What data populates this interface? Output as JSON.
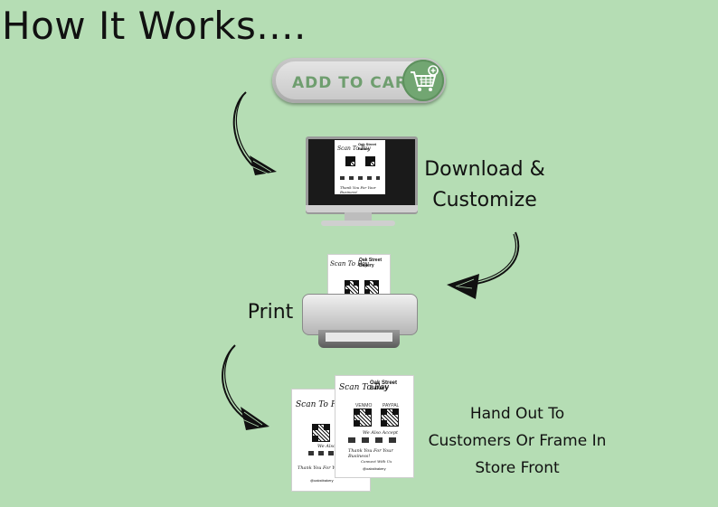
{
  "title": "How It Works....",
  "add_to_cart": {
    "label": "ADD TO CART",
    "icon": "shopping-cart-add-icon",
    "accent": "#72a672"
  },
  "steps": {
    "download": {
      "line1": "Download &",
      "line2": "Customize"
    },
    "print": {
      "label": "Print"
    },
    "handout": {
      "line1": "Hand Out To",
      "line2": "Customers Or Frame In",
      "line3": "Store Front"
    }
  },
  "card": {
    "business_name": "Oak Street Bakery",
    "script_heading": "Scan To Pay",
    "pay_label_1": "VENMO",
    "pay_label_2": "PAYPAL",
    "accepted_line": "We Also Accept",
    "thanks_line": "Thank You For Your Business!",
    "connect_line": "Connect With Us",
    "handle": "@oakstbakery"
  },
  "colors": {
    "background": "#b5ddb4",
    "pill": "#c8c8c8",
    "accent": "#72a672"
  }
}
